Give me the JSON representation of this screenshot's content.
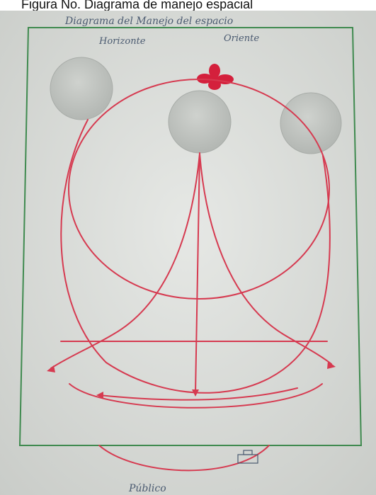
{
  "caption": "Figura No. Diagrama de manejo espacial",
  "sheet": {
    "title": "Diagrama del Manejo del espacio",
    "label_left": "Horizonte",
    "label_right": "Oriente",
    "label_bottom": "Público"
  },
  "colors": {
    "paper": "#d9dcd8",
    "frame": "#3f8a4f",
    "ink_red": "#d63a50",
    "circle_fill": "#c2c6c2",
    "pencil": "#4a5a70"
  }
}
